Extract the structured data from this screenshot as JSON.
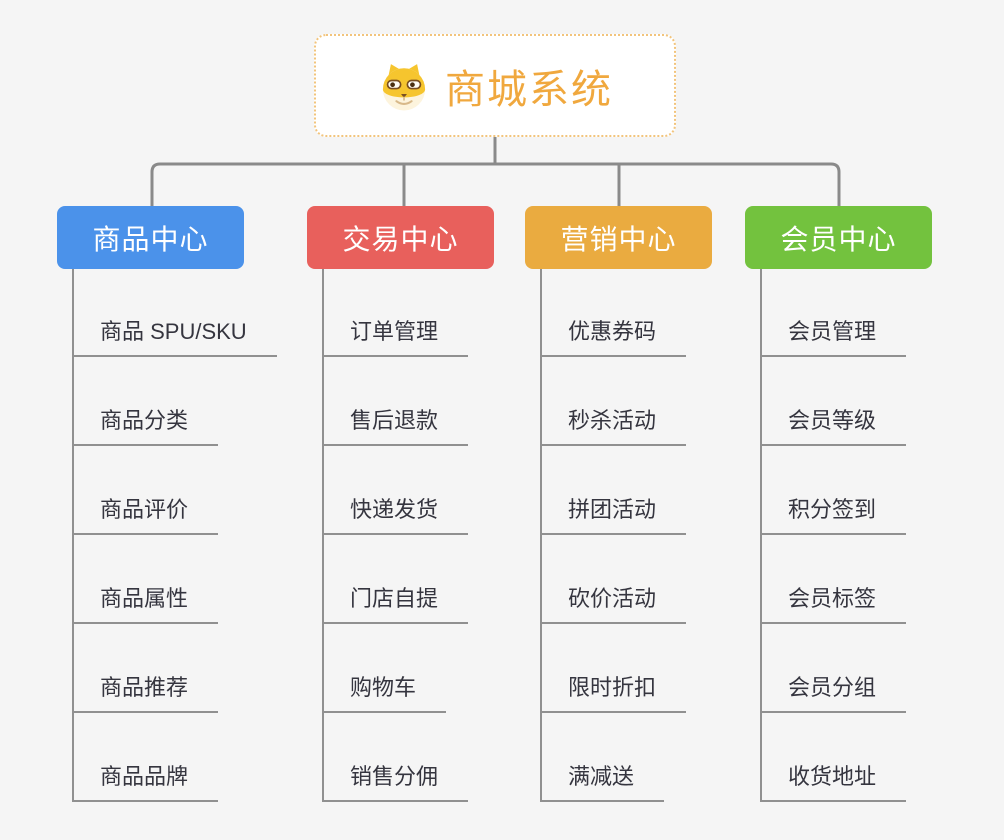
{
  "root": {
    "title": "商城系统",
    "title_color": "#f0a83e",
    "icon": "shiba-dog-icon"
  },
  "connector_color": "#8a8a8a",
  "branches": [
    {
      "label": "商品中心",
      "color": "#4b92ea",
      "items": [
        "商品 SPU/SKU",
        "商品分类",
        "商品评价",
        "商品属性",
        "商品推荐",
        "商品品牌"
      ]
    },
    {
      "label": "交易中心",
      "color": "#e8605c",
      "items": [
        "订单管理",
        "售后退款",
        "快递发货",
        "门店自提",
        "购物车",
        "销售分佣"
      ]
    },
    {
      "label": "营销中心",
      "color": "#eaab40",
      "items": [
        "优惠券码",
        "秒杀活动",
        "拼团活动",
        "砍价活动",
        "限时折扣",
        "满减送"
      ]
    },
    {
      "label": "会员中心",
      "color": "#73c23e",
      "items": [
        "会员管理",
        "会员等级",
        "积分签到",
        "会员标签",
        "会员分组",
        "收货地址"
      ]
    }
  ]
}
